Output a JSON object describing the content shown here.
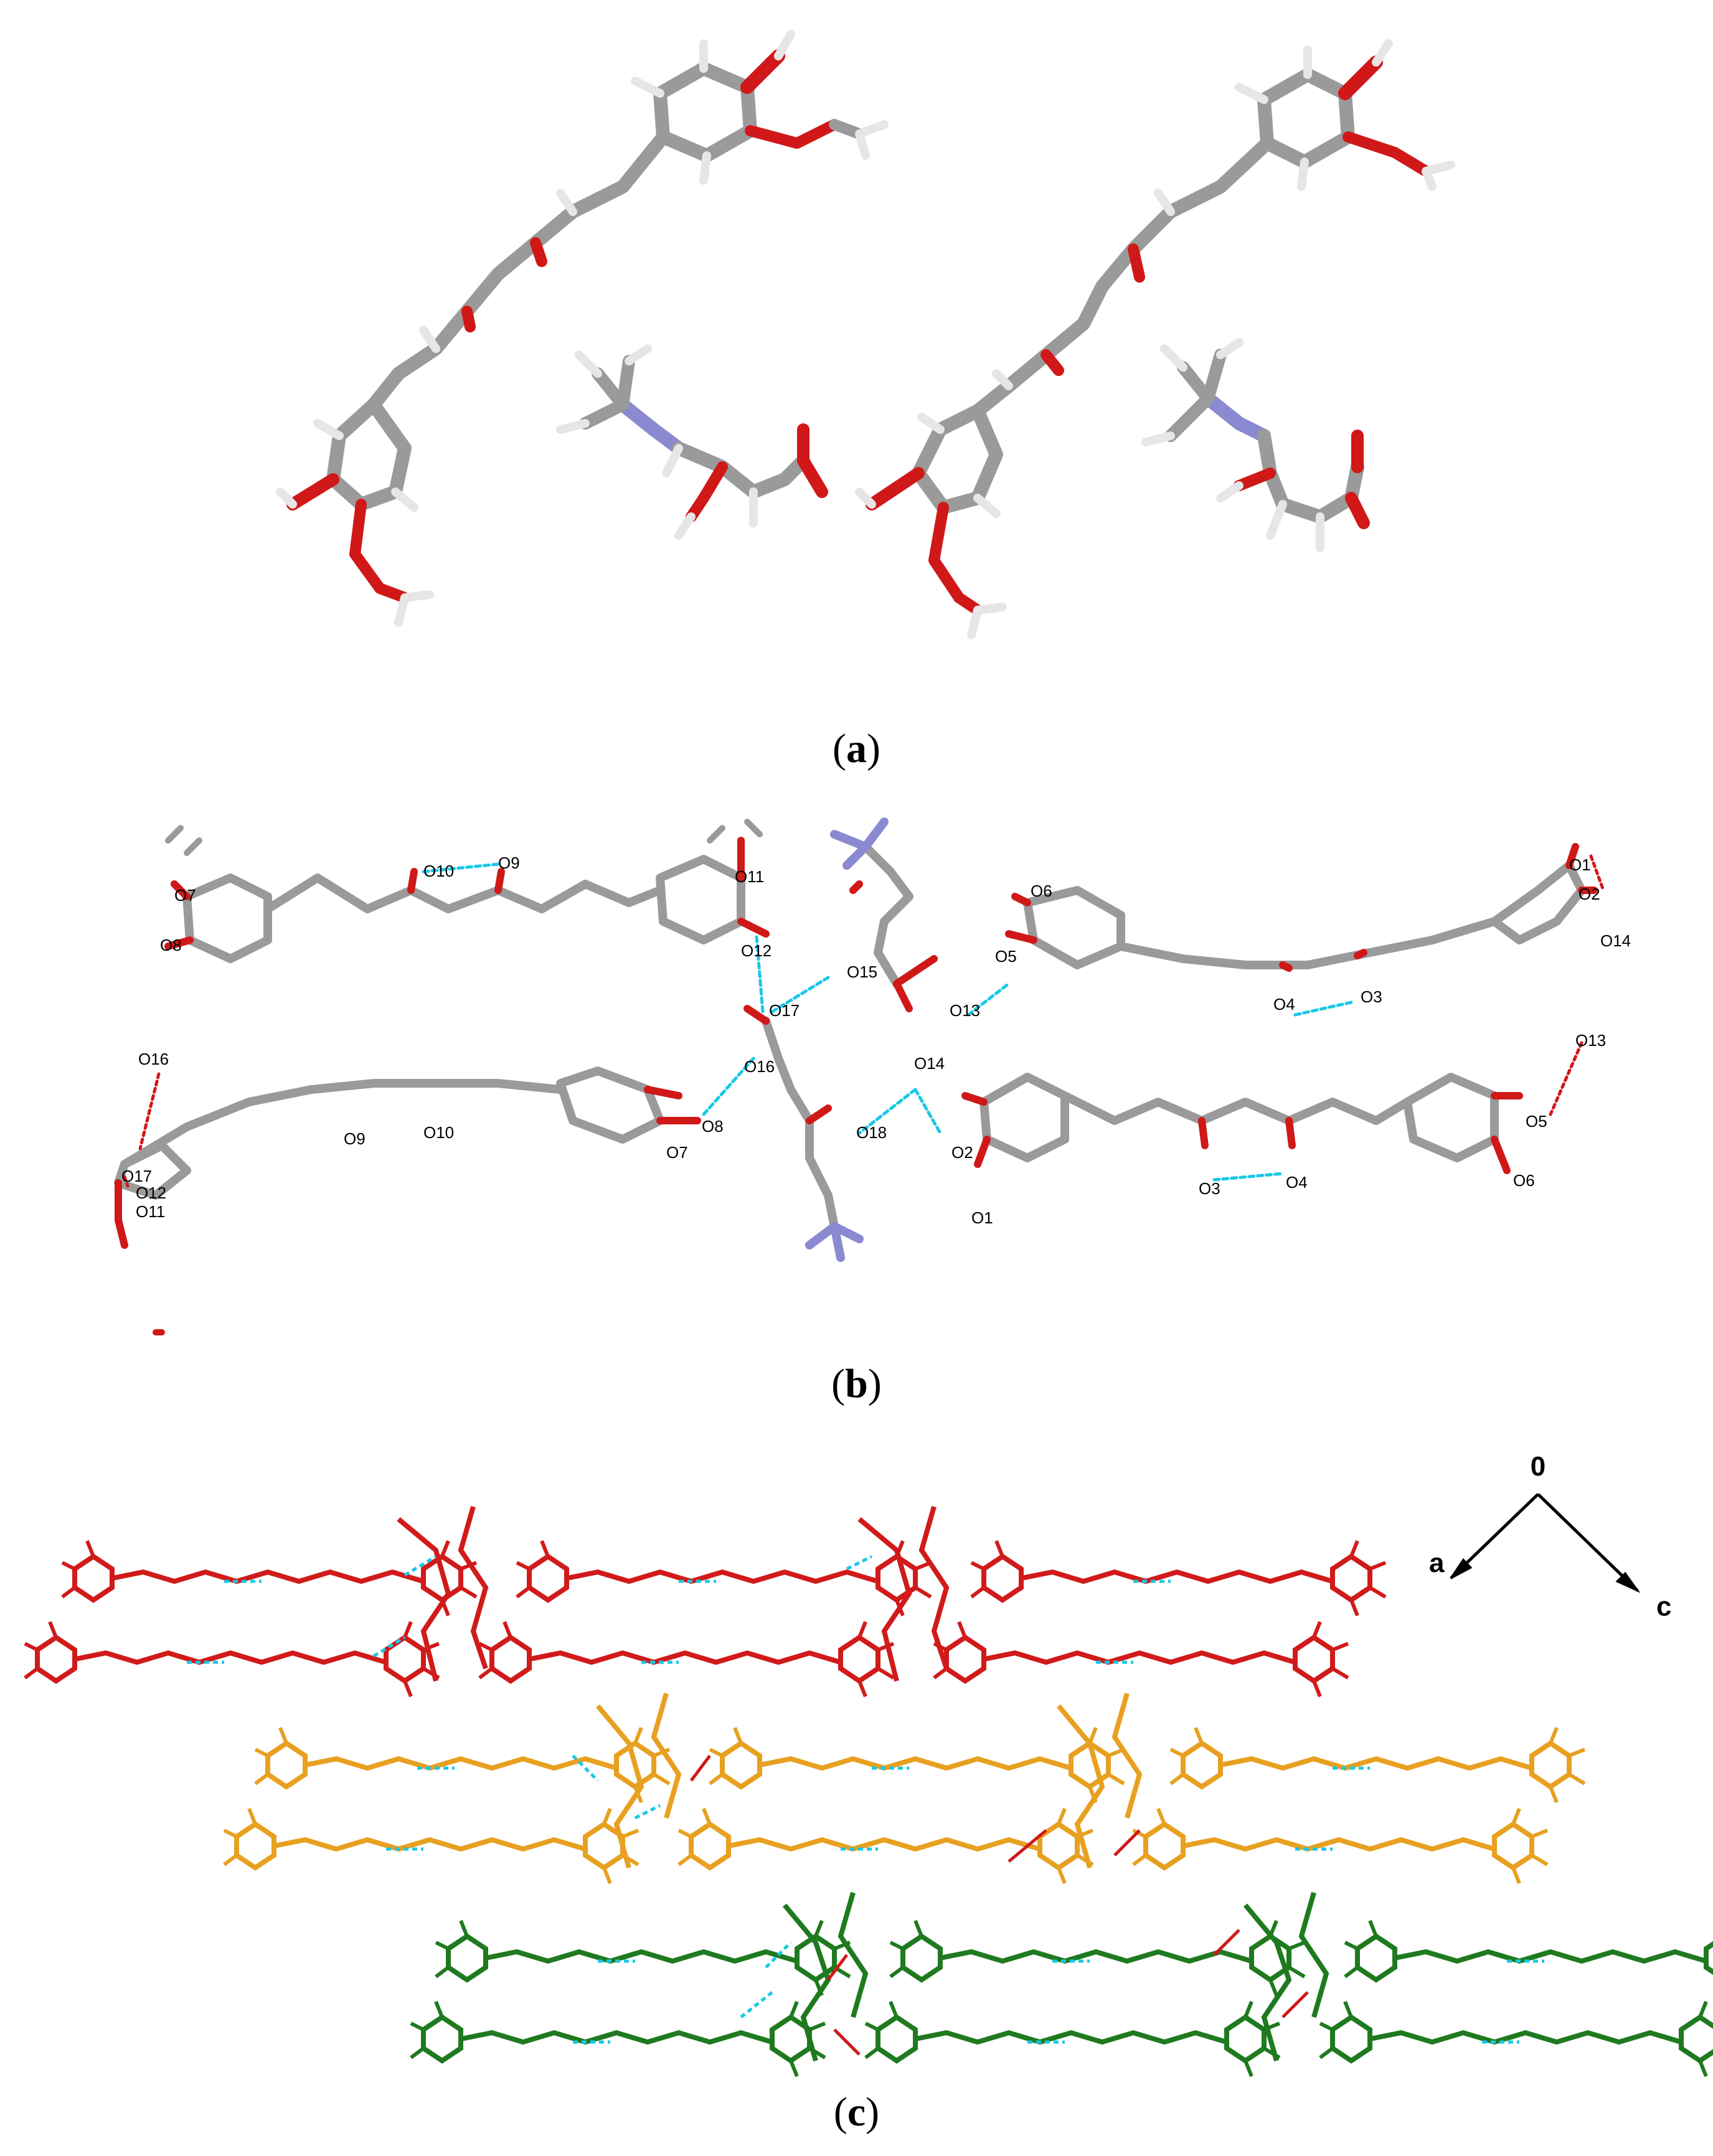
{
  "captions": {
    "a": "a",
    "b": "b",
    "c": "c"
  },
  "panel_b_labels": {
    "left_top": [
      "O7",
      "O8",
      "O10",
      "O9",
      "O11",
      "O12",
      "O16"
    ],
    "left_bottom": [
      "O9",
      "O10",
      "O8",
      "O7",
      "O17",
      "O12",
      "O11"
    ],
    "center": [
      "O17",
      "O16",
      "O15",
      "O13",
      "O14",
      "O18"
    ],
    "right_top": [
      "O6",
      "O5",
      "O4",
      "O3",
      "O1",
      "O2",
      "O14"
    ],
    "right_bottom": [
      "O2",
      "O1",
      "O3",
      "O4",
      "O13",
      "O5",
      "O6"
    ]
  },
  "axes": {
    "origin": "0",
    "a": "a",
    "c": "c"
  },
  "colors": {
    "carbon": "#9a9a9a",
    "oxygen": "#d01818",
    "nitrogen": "#8a8ad0",
    "hydrogen": "#e6e6e6",
    "hbond": "#19c8e6",
    "layer1": "#d11a1a",
    "layer2": "#e8a020",
    "layer3": "#1f7a1f"
  }
}
